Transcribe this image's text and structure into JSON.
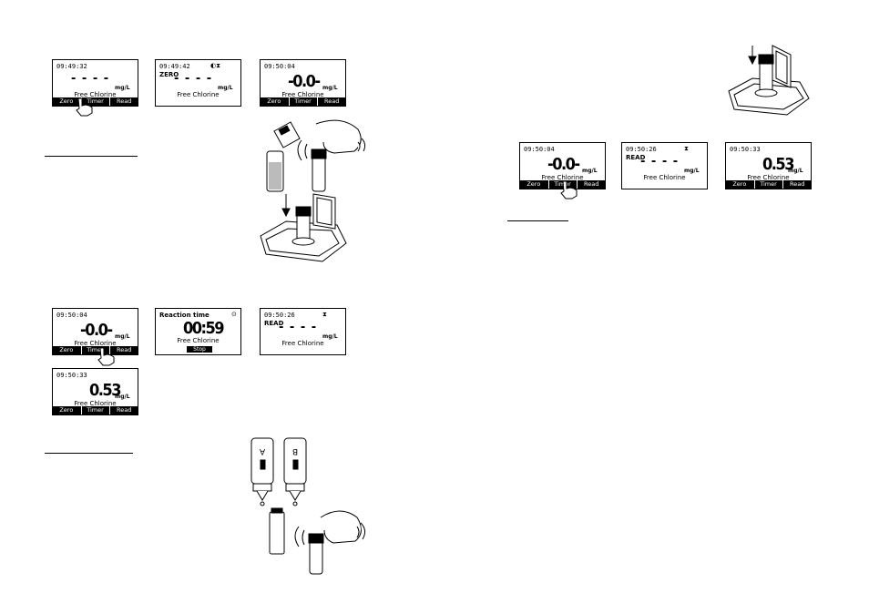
{
  "screens": {
    "s1": {
      "time": "09:49:32",
      "value": "- - - -",
      "unit": "mg/L",
      "param": "Free Chlorine",
      "buttons": [
        "Zero",
        "Timer",
        "Read"
      ]
    },
    "s2": {
      "time": "09:49:42",
      "status": "ZERO",
      "icon": "◐⧗",
      "value": "- - - -",
      "unit": "mg/L",
      "param": "Free Chlorine"
    },
    "s3": {
      "time": "09:50:04",
      "value": "-0.0-",
      "unit": "mg/L",
      "param": "Free Chlorine",
      "buttons": [
        "Zero",
        "Timer",
        "Read"
      ]
    },
    "s4": {
      "time": "09:50:04",
      "value": "-0.0-",
      "unit": "mg/L",
      "param": "Free Chlorine",
      "buttons": [
        "Zero",
        "Timer",
        "Read"
      ]
    },
    "s5": {
      "title": "Reaction time",
      "icon": "⊙",
      "value": "00:59",
      "param": "Free Chlorine",
      "stop": "Stop"
    },
    "s6": {
      "time": "09:50:26",
      "status": "READ",
      "icon": "⧗",
      "value": "- - - -",
      "unit": "mg/L",
      "param": "Free Chlorine"
    },
    "s7": {
      "time": "09:50:33",
      "value": "0.53",
      "unit": "mg/L",
      "param": "Free Chlorine",
      "buttons": [
        "Zero",
        "Timer",
        "Read"
      ]
    },
    "s8": {
      "time": "09:50:04",
      "value": "-0.0-",
      "unit": "mg/L",
      "param": "Free Chlorine",
      "buttons": [
        "Zero",
        "Timer",
        "Read"
      ]
    },
    "s9": {
      "time": "09:50:26",
      "status": "READ",
      "icon": "⧗",
      "value": "- - - -",
      "unit": "mg/L",
      "param": "Free Chlorine"
    },
    "s10": {
      "time": "09:50:33",
      "value": "0.53",
      "unit": "mg/L",
      "param": "Free Chlorine",
      "buttons": [
        "Zero",
        "Timer",
        "Read"
      ]
    }
  },
  "bottles": {
    "left_label": "A",
    "right_label": "B"
  }
}
